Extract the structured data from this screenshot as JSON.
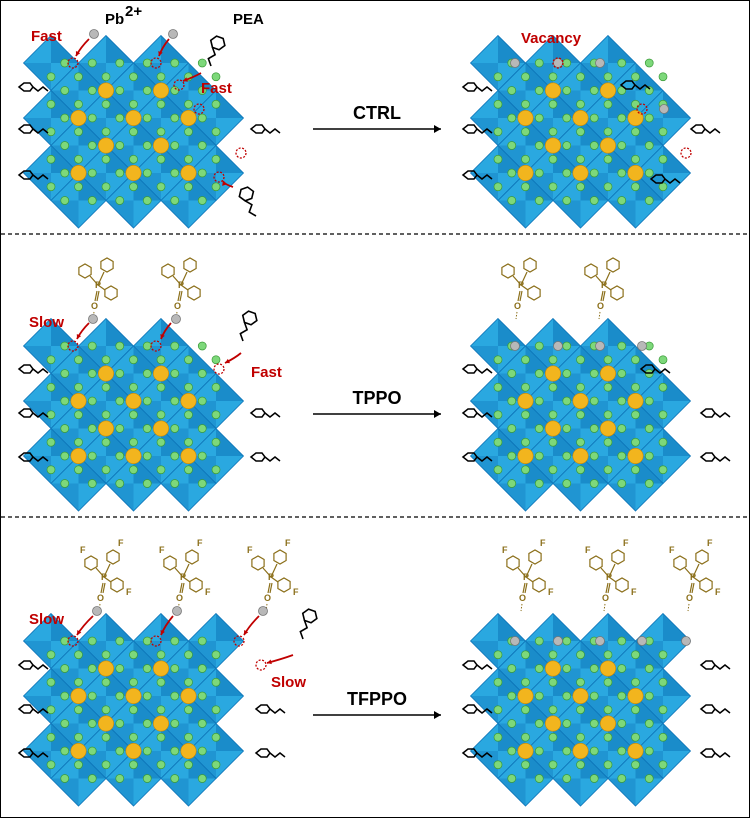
{
  "colors": {
    "octahedron_light": "#2aa8e0",
    "octahedron_dark": "#0d74b8",
    "halide": "#7dd87a",
    "cation": "#f2b51e",
    "pb": "#b8b8b8",
    "label_red": "#c00000",
    "ligand": "#8b6f1a",
    "pea": "#000000"
  },
  "labels": {
    "pb": "Pb",
    "pb_charge": "2+",
    "pea": "PEA",
    "vacancy": "Vacancy",
    "fast": "Fast",
    "slow": "Slow",
    "fluorine": "F",
    "phosphorus": "P",
    "oxygen": "O"
  },
  "panels": [
    {
      "condition": "CTRL",
      "left_annotations": [
        "Fast",
        "Fast"
      ],
      "right_annotation": "Vacancy",
      "ligand": "none"
    },
    {
      "condition": "TPPO",
      "left_annotations": [
        "Slow",
        "Fast"
      ],
      "ligand": "TPPO"
    },
    {
      "condition": "TFPPO",
      "left_annotations": [
        "Slow",
        "Slow"
      ],
      "ligand": "TFPPO"
    }
  ]
}
